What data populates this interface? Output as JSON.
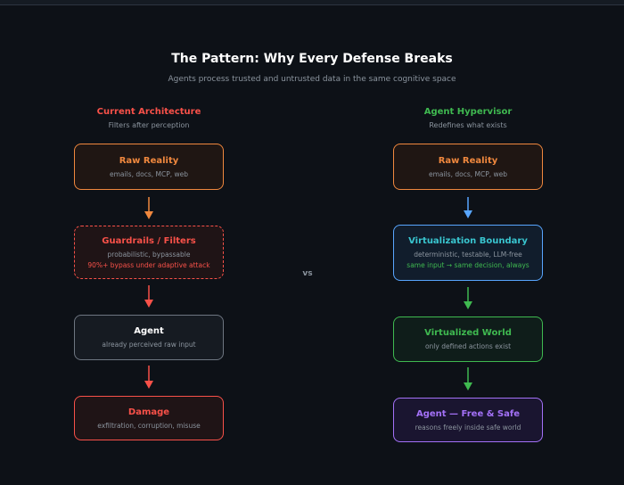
{
  "title": "The Pattern: Why Every Defense Breaks",
  "subtitle": "Agents process trusted and untrusted data in the same cognitive space",
  "vs_label": "vs",
  "left": {
    "heading": "Current Architecture",
    "subheading": "Filters after perception",
    "boxes": [
      {
        "title": "Raw Reality",
        "desc": "emails, docs, MCP, web"
      },
      {
        "title": "Guardrails / Filters",
        "desc": "probabilistic, bypassable",
        "emphasis": "90%+ bypass under adaptive attack"
      },
      {
        "title": "Agent",
        "desc": "already perceived raw input"
      },
      {
        "title": "Damage",
        "desc": "exfiltration, corruption, misuse"
      }
    ]
  },
  "right": {
    "heading": "Agent Hypervisor",
    "subheading": "Redefines what exists",
    "boxes": [
      {
        "title": "Raw Reality",
        "desc": "emails, docs, MCP, web"
      },
      {
        "title": "Virtualization Boundary",
        "desc": "deterministic, testable, LLM-free",
        "emphasis": "same input → same decision, always"
      },
      {
        "title": "Virtualized World",
        "desc": "only defined actions exist"
      },
      {
        "title": "Agent — Free & Safe",
        "desc": "reasons freely inside safe world"
      }
    ]
  },
  "colors": {
    "background": "#0d1117",
    "orange": "#f0883e",
    "red": "#f85149",
    "blue": "#58a6ff",
    "green": "#3fb950",
    "purple": "#a371f7",
    "cyan": "#39c5cf"
  }
}
